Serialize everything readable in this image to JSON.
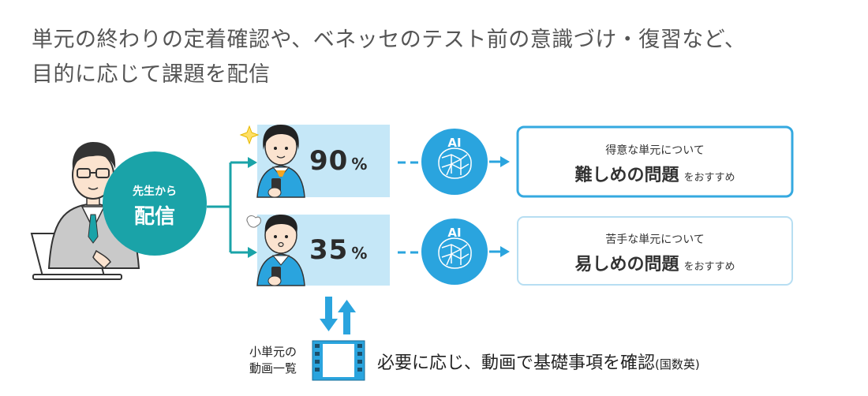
{
  "heading": {
    "line1": "単元の終わりの定着確認や、ベネッセのテスト前の意識づけ・復習など、",
    "line2": "目的に応じて課題を配信"
  },
  "teacher": {
    "label_top": "先生から",
    "label_main": "配信"
  },
  "students": [
    {
      "score": "90",
      "unit": "%",
      "ai_label": "AI",
      "rec_line1": "得意な単元について",
      "rec_strong": "難しめの問題",
      "rec_suffix": "をおすすめ"
    },
    {
      "score": "35",
      "unit": "%",
      "ai_label": "AI",
      "rec_line1": "苦手な単元について",
      "rec_strong": "易しめの問題",
      "rec_suffix": "をおすすめ"
    }
  ],
  "video": {
    "label_line1": "小単元の",
    "label_line2": "動画一覧",
    "text_main": "必要に応じ、動画で基礎事項を確認",
    "text_small": "(国数英)"
  },
  "colors": {
    "teal": "#1aa3a8",
    "accent_blue": "#2aa4de",
    "score_panel": "#c5e7f7",
    "box_border_strong": "#35a9e0",
    "box_border_light": "#b7def2",
    "arrow": "#1aa3a8"
  }
}
